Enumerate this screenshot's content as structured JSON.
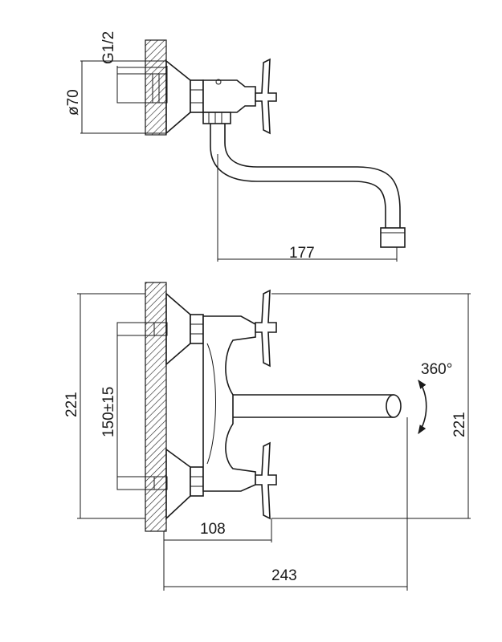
{
  "dimensions": {
    "g_thread": "G1/2",
    "flange_dia": "ø70",
    "spout_reach_side": "177",
    "height_left": "221",
    "height_right": "221",
    "center_distance": "150±15",
    "handle_offset": "108",
    "spout_reach_front": "243",
    "rotation": "360°"
  },
  "colors": {
    "line": "#1a1a1a",
    "background": "#ffffff"
  }
}
